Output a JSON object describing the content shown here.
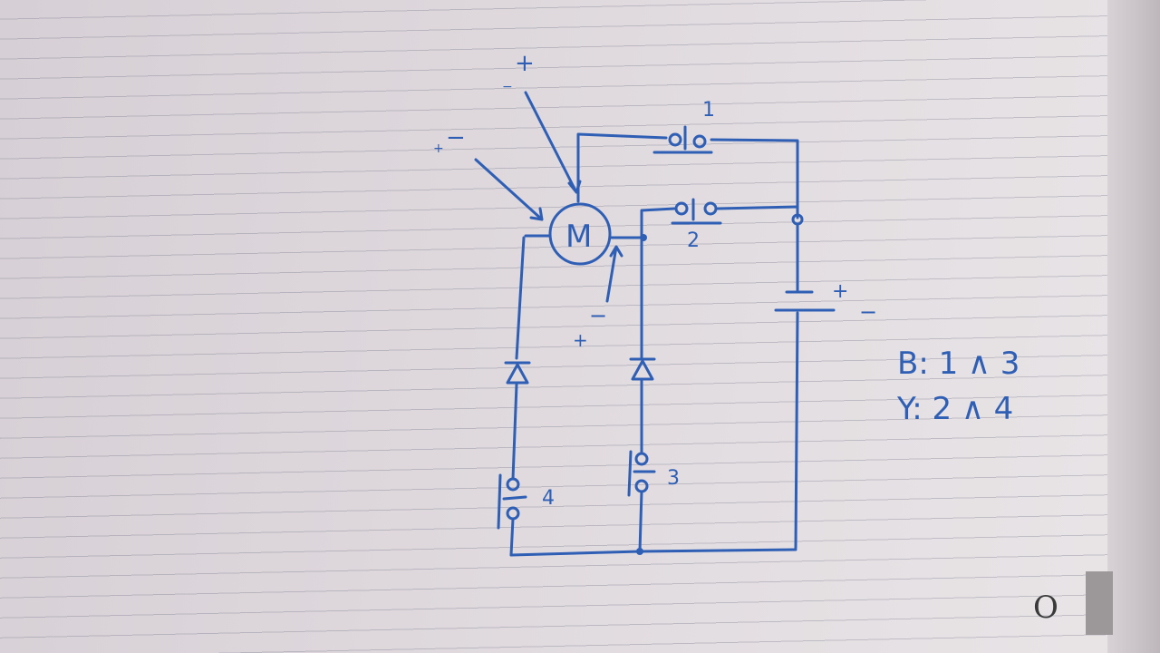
{
  "diagram": {
    "motor_label": "M",
    "switch_labels": [
      "1",
      "2",
      "3",
      "4"
    ],
    "battery_plus": "+",
    "battery_minus": "−",
    "motor_left_terminal": "−",
    "motor_left_terminal_alt": "+",
    "motor_top_terminal": "+",
    "motor_top_terminal_alt": "−",
    "motor_right_terminal_top": "−",
    "motor_right_terminal_bottom": "+",
    "note_line_1": "B: 1 ∧ 3",
    "note_line_2": "Y: 2 ∧ 4"
  },
  "page_corner_letter": "O",
  "colors": {
    "ink": "#2f5fb5",
    "paper": "#ddd7dc"
  }
}
